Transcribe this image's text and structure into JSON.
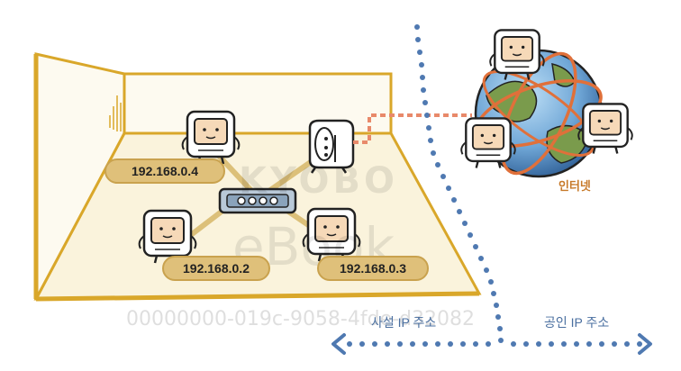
{
  "labels": {
    "pc_top_left_ip": "192.168.0.4",
    "pc_bottom_left_ip": "192.168.0.2",
    "pc_bottom_right_ip": "192.168.0.3",
    "internet": "인터넷",
    "private_ip": "사설 IP 주소",
    "public_ip": "공인 IP 주소"
  },
  "watermark": {
    "brand": "KYOBO",
    "sub": "eBook",
    "id": "00000000-019c-9058-4fde-d32082"
  },
  "colors": {
    "room_floor": "#faf3dc",
    "room_outline": "#d9a72a",
    "cable": "#dcc079",
    "pill": "#dfc07a",
    "dotted_line": "#4f79b1",
    "link_to_internet": "#e8896a",
    "globe_sea": "#6fa6d6",
    "globe_land": "#7a9b4c",
    "orbit": "#e0703a"
  }
}
